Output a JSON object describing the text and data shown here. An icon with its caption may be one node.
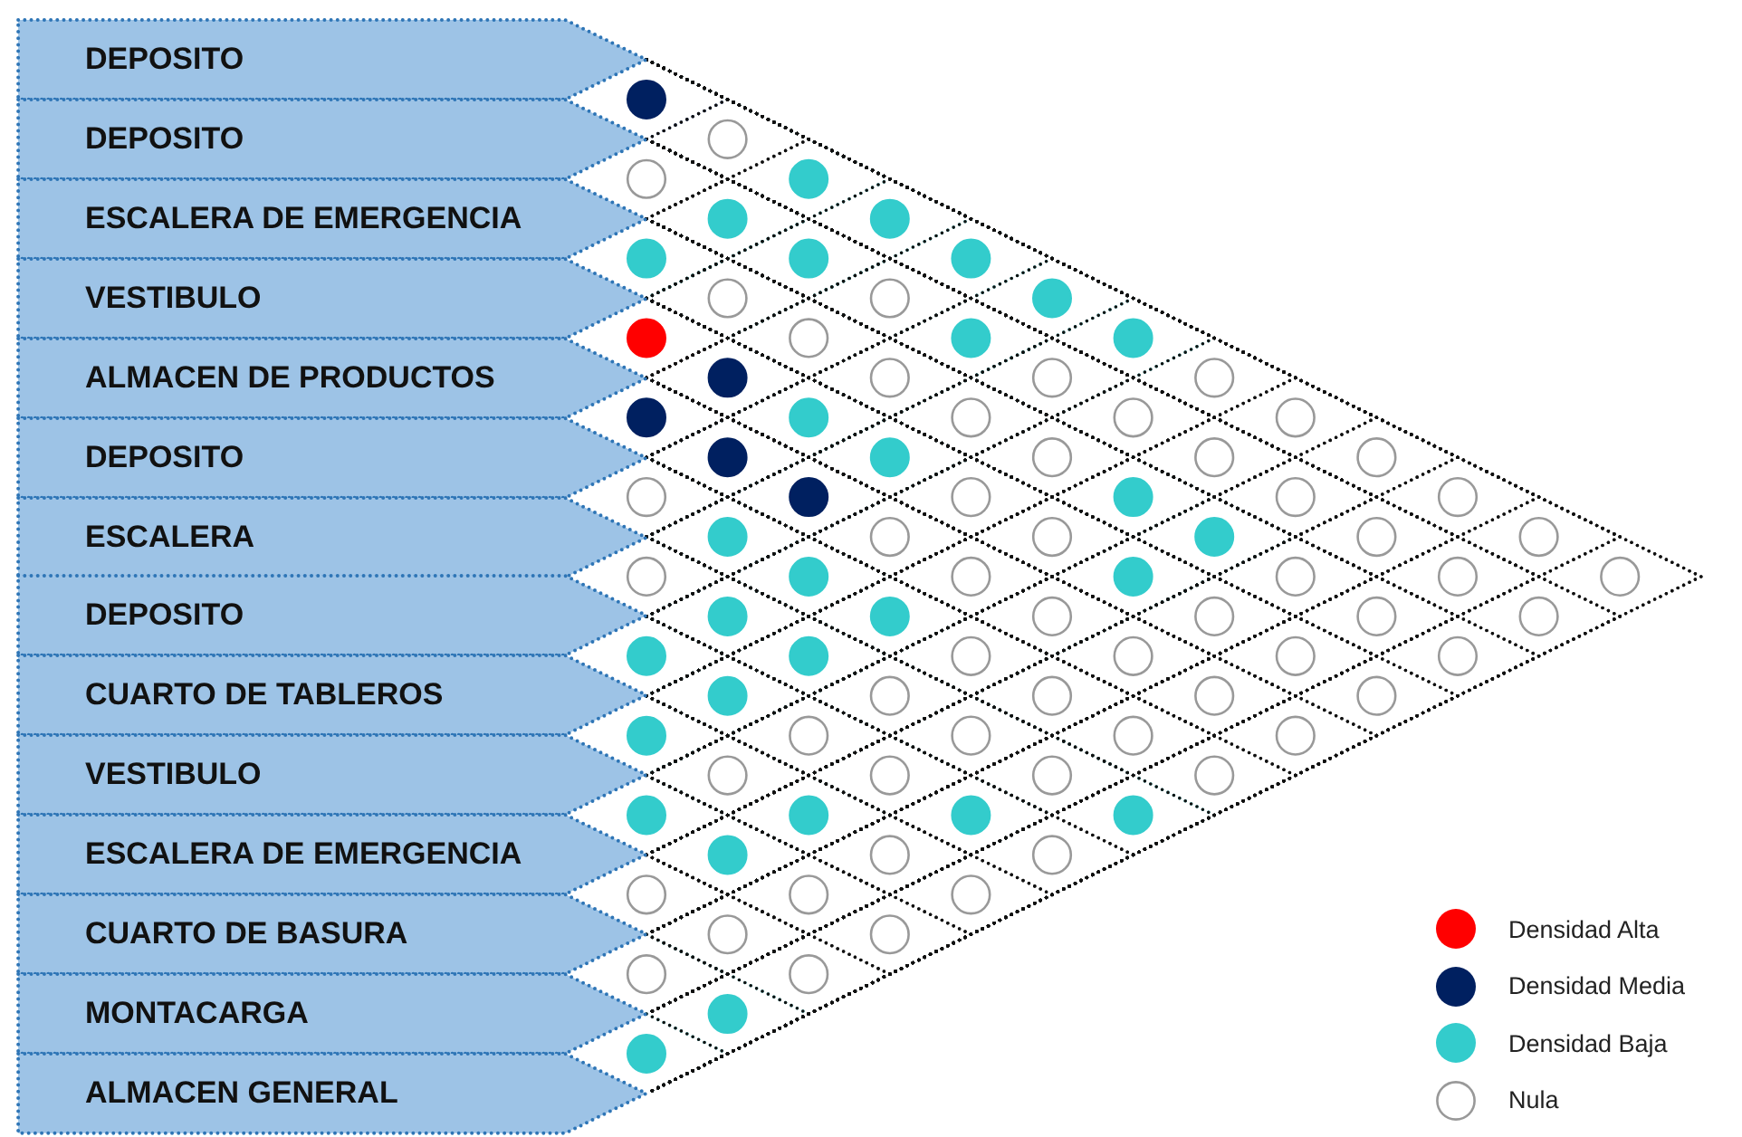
{
  "diagram": {
    "nodes": [
      {
        "text": [
          "DEPOSITO"
        ]
      },
      {
        "text": [
          "DEPOSITO"
        ]
      },
      {
        "text": [
          "ESCALERA DE EMERGENCIA"
        ]
      },
      {
        "text": [
          "VESTIBULO"
        ]
      },
      {
        "text": [
          "ALMACEN DE PRODUCTOS"
        ]
      },
      {
        "text": [
          "DEPOSITO"
        ]
      },
      {
        "text": [
          "ESCALERA"
        ]
      },
      {
        "text": [
          "DEPOSITO"
        ]
      },
      {
        "text": [
          "CUARTO DE TABLEROS"
        ]
      },
      {
        "text": [
          "VESTIBULO"
        ]
      },
      {
        "text": [
          "ESCALERA DE EMERGENCIA"
        ]
      },
      {
        "text": [
          "CUARTO DE BASURA"
        ]
      },
      {
        "text": [
          "MONTACARGA"
        ]
      },
      {
        "text": [
          "ALMACEN GENERAL"
        ]
      }
    ],
    "edges": [
      {
        "from": 0,
        "to": 1,
        "arrow": "none",
        "color": "#002060"
      },
      {
        "from": 0,
        "to": 2,
        "arrow": "none"
      },
      {
        "from": 0,
        "to": 3,
        "arrow": "none",
        "color": "#33cccc"
      },
      {
        "from": 0,
        "to": 4,
        "arrow": "none",
        "color": "#33cccc"
      },
      {
        "from": 0,
        "to": 5,
        "arrow": "none",
        "color": "#33cccc"
      },
      {
        "from": 0,
        "to": 6,
        "arrow": "none",
        "color": "#33cccc"
      },
      {
        "from": 0,
        "to": 7,
        "arrow": "none",
        "color": "#33cccc"
      },
      {
        "from": 0,
        "to": 8,
        "arrow": "none"
      },
      {
        "from": 0,
        "to": 9,
        "arrow": "none"
      },
      {
        "from": 0,
        "to": 10,
        "arrow": "none"
      },
      {
        "from": 0,
        "to": 11,
        "arrow": "none"
      },
      {
        "from": 0,
        "to": 12,
        "arrow": "none"
      },
      {
        "from": 0,
        "to": 13,
        "arrow": "none"
      },
      {
        "from": 1,
        "to": 2,
        "arrow": "none"
      },
      {
        "from": 1,
        "to": 3,
        "arrow": "none",
        "color": "#33cccc"
      },
      {
        "from": 1,
        "to": 4,
        "arrow": "none",
        "color": "#33cccc"
      },
      {
        "from": 1,
        "to": 5,
        "arrow": "none"
      },
      {
        "from": 1,
        "to": 6,
        "arrow": "none",
        "color": "#33cccc"
      },
      {
        "from": 1,
        "to": 7,
        "arrow": "none"
      },
      {
        "from": 1,
        "to": 8,
        "arrow": "none"
      },
      {
        "from": 1,
        "to": 9,
        "arrow": "none"
      },
      {
        "from": 1,
        "to": 10,
        "arrow": "none"
      },
      {
        "from": 1,
        "to": 11,
        "arrow": "none"
      },
      {
        "from": 1,
        "to": 12,
        "arrow": "none"
      },
      {
        "from": 1,
        "to": 13,
        "arrow": "none"
      },
      {
        "from": 2,
        "to": 3,
        "arrow": "none",
        "color": "#33cccc"
      },
      {
        "from": 2,
        "to": 4,
        "arrow": "none"
      },
      {
        "from": 2,
        "to": 5,
        "arrow": "none"
      },
      {
        "from": 2,
        "to": 6,
        "arrow": "none"
      },
      {
        "from": 2,
        "to": 7,
        "arrow": "none"
      },
      {
        "from": 2,
        "to": 8,
        "arrow": "none"
      },
      {
        "from": 2,
        "to": 9,
        "arrow": "none",
        "color": "#33cccc"
      },
      {
        "from": 2,
        "to": 10,
        "arrow": "none",
        "color": "#33cccc"
      },
      {
        "from": 2,
        "to": 11,
        "arrow": "none"
      },
      {
        "from": 2,
        "to": 12,
        "arrow": "none"
      },
      {
        "from": 2,
        "to": 13,
        "arrow": "none"
      },
      {
        "from": 3,
        "to": 4,
        "arrow": "none",
        "color": "#ff0000"
      },
      {
        "from": 3,
        "to": 5,
        "arrow": "none",
        "color": "#002060"
      },
      {
        "from": 3,
        "to": 6,
        "arrow": "none",
        "color": "#33cccc"
      },
      {
        "from": 3,
        "to": 7,
        "arrow": "none",
        "color": "#33cccc"
      },
      {
        "from": 3,
        "to": 8,
        "arrow": "none"
      },
      {
        "from": 3,
        "to": 9,
        "arrow": "none"
      },
      {
        "from": 3,
        "to": 10,
        "arrow": "none",
        "color": "#33cccc"
      },
      {
        "from": 3,
        "to": 11,
        "arrow": "none"
      },
      {
        "from": 3,
        "to": 12,
        "arrow": "none"
      },
      {
        "from": 3,
        "to": 13,
        "arrow": "none"
      },
      {
        "from": 4,
        "to": 5,
        "arrow": "none",
        "color": "#002060"
      },
      {
        "from": 4,
        "to": 6,
        "arrow": "none",
        "color": "#002060"
      },
      {
        "from": 4,
        "to": 7,
        "arrow": "none",
        "color": "#002060"
      },
      {
        "from": 4,
        "to": 8,
        "arrow": "none"
      },
      {
        "from": 4,
        "to": 9,
        "arrow": "none"
      },
      {
        "from": 4,
        "to": 10,
        "arrow": "none"
      },
      {
        "from": 4,
        "to": 11,
        "arrow": "none"
      },
      {
        "from": 4,
        "to": 12,
        "arrow": "none"
      },
      {
        "from": 4,
        "to": 13,
        "arrow": "none"
      },
      {
        "from": 5,
        "to": 6,
        "arrow": "none"
      },
      {
        "from": 5,
        "to": 7,
        "arrow": "none",
        "color": "#33cccc"
      },
      {
        "from": 5,
        "to": 8,
        "arrow": "none",
        "color": "#33cccc"
      },
      {
        "from": 5,
        "to": 9,
        "arrow": "none",
        "color": "#33cccc"
      },
      {
        "from": 5,
        "to": 10,
        "arrow": "none"
      },
      {
        "from": 5,
        "to": 11,
        "arrow": "none"
      },
      {
        "from": 5,
        "to": 12,
        "arrow": "none"
      },
      {
        "from": 5,
        "to": 13,
        "arrow": "none"
      },
      {
        "from": 6,
        "to": 7,
        "arrow": "none"
      },
      {
        "from": 6,
        "to": 8,
        "arrow": "none",
        "color": "#33cccc"
      },
      {
        "from": 6,
        "to": 9,
        "arrow": "none",
        "color": "#33cccc"
      },
      {
        "from": 6,
        "to": 10,
        "arrow": "none"
      },
      {
        "from": 6,
        "to": 11,
        "arrow": "none"
      },
      {
        "from": 6,
        "to": 12,
        "arrow": "none"
      },
      {
        "from": 6,
        "to": 13,
        "arrow": "none",
        "color": "#33cccc"
      },
      {
        "from": 7,
        "to": 8,
        "arrow": "none",
        "color": "#33cccc"
      },
      {
        "from": 7,
        "to": 9,
        "arrow": "none",
        "color": "#33cccc"
      },
      {
        "from": 7,
        "to": 10,
        "arrow": "none"
      },
      {
        "from": 7,
        "to": 11,
        "arrow": "none"
      },
      {
        "from": 7,
        "to": 12,
        "arrow": "none",
        "color": "#33cccc"
      },
      {
        "from": 7,
        "to": 13,
        "arrow": "none"
      },
      {
        "from": 8,
        "to": 9,
        "arrow": "none",
        "color": "#33cccc"
      },
      {
        "from": 8,
        "to": 10,
        "arrow": "none"
      },
      {
        "from": 8,
        "to": 11,
        "arrow": "none",
        "color": "#33cccc"
      },
      {
        "from": 8,
        "to": 12,
        "arrow": "none"
      },
      {
        "from": 8,
        "to": 13,
        "arrow": "none"
      },
      {
        "from": 9,
        "to": 10,
        "arrow": "none",
        "color": "#33cccc"
      },
      {
        "from": 9,
        "to": 11,
        "arrow": "none",
        "color": "#33cccc"
      },
      {
        "from": 9,
        "to": 12,
        "arrow": "none"
      },
      {
        "from": 9,
        "to": 13,
        "arrow": "none"
      },
      {
        "from": 10,
        "to": 11,
        "arrow": "none"
      },
      {
        "from": 10,
        "to": 12,
        "arrow": "none"
      },
      {
        "from": 10,
        "to": 13,
        "arrow": "none"
      },
      {
        "from": 11,
        "to": 12,
        "arrow": "none"
      },
      {
        "from": 11,
        "to": 13,
        "arrow": "none",
        "color": "#33cccc"
      },
      {
        "from": 12,
        "to": 13,
        "arrow": "none",
        "color": "#33cccc"
      }
    ],
    "legend": [
      {
        "text": "Densidad Alta",
        "color": "#ff0000"
      },
      {
        "text": "Densidad Media",
        "color": "#002060"
      },
      {
        "text": "Densidad Baja",
        "color": "#33cccc"
      },
      {
        "text": "Nula"
      }
    ]
  }
}
